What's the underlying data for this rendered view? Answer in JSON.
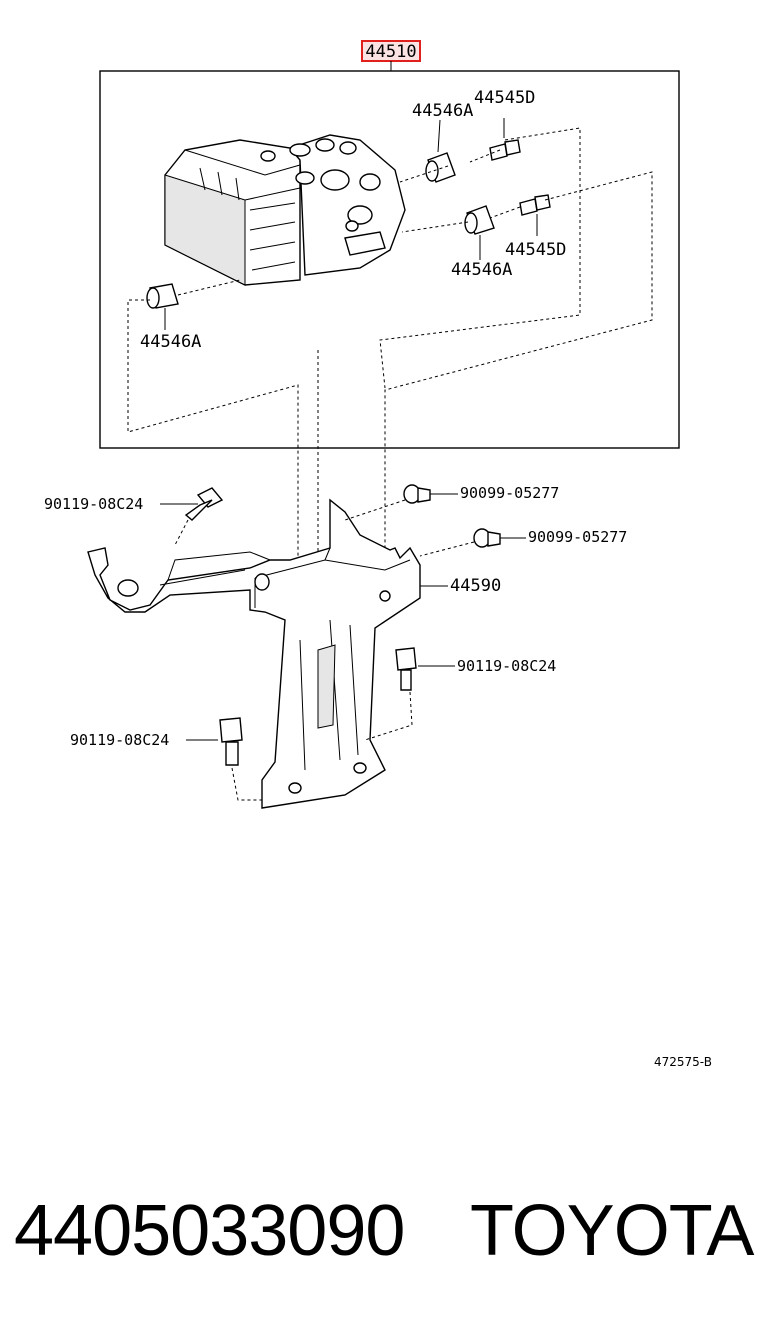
{
  "diagram": {
    "assembly_label": "44510",
    "highlight_color": "#e0201c",
    "callouts": {
      "cushion_top": "44546A",
      "bolt_top": "44545D",
      "bolt_mid": "44545D",
      "cushion_mid": "44546A",
      "cushion_left": "44546A",
      "bolt_bracket_left": "90119-08C24",
      "screw_upper": "90099-05277",
      "screw_lower": "90099-05277",
      "bracket": "44590",
      "bolt_bracket_right": "90119-08C24",
      "bolt_bracket_bottom": "90119-08C24"
    },
    "reference_code": "472575-B"
  },
  "footer": {
    "part_number": "4405033090",
    "brand": "TOYOTA"
  }
}
